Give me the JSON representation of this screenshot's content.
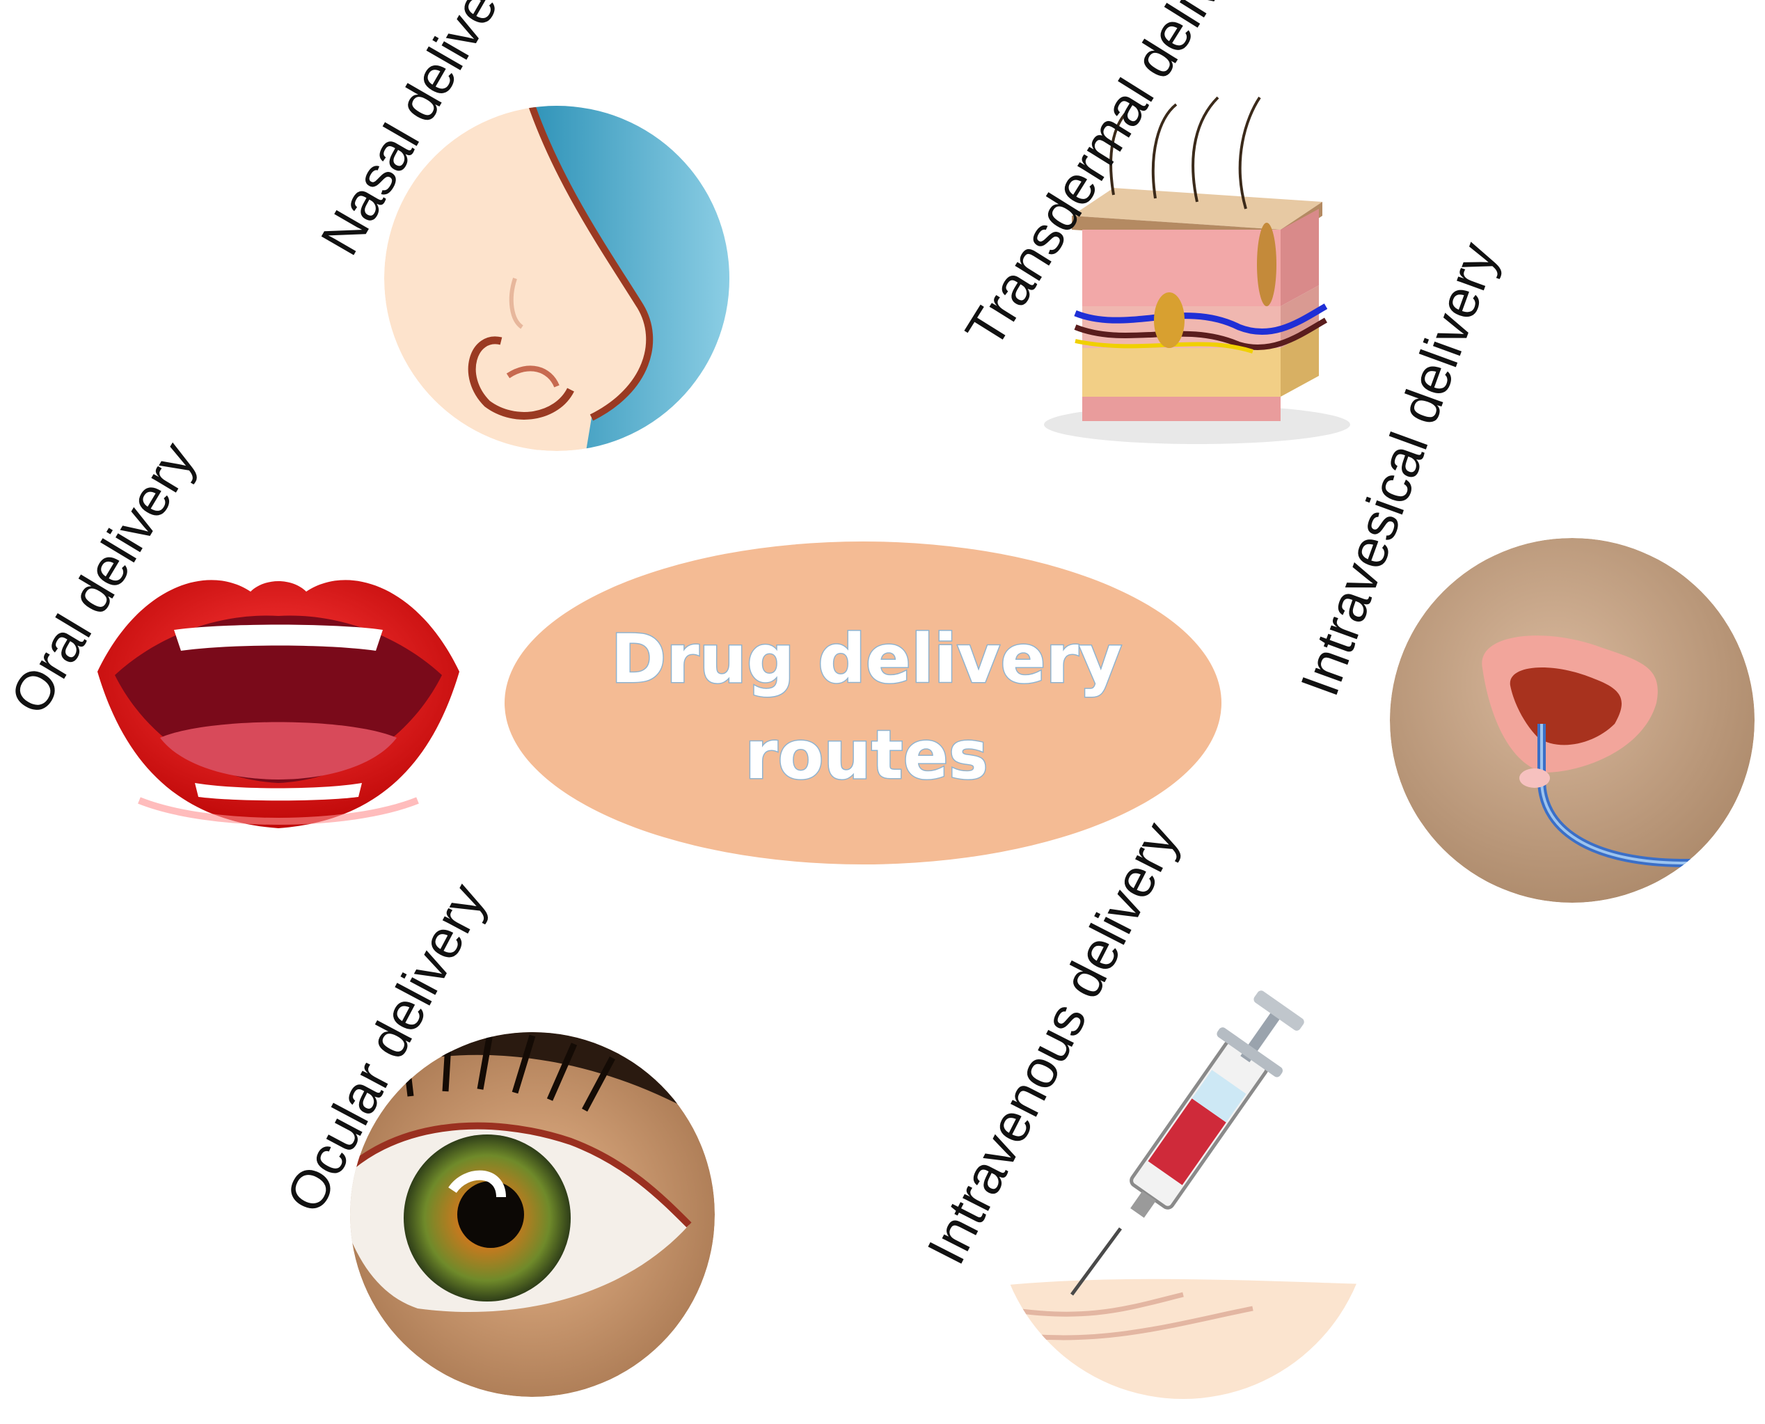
{
  "center": {
    "title_line1": "Drug delivery",
    "title_line2": "routes",
    "fill_color": "#f4bb94",
    "text_color": "#ffffff",
    "text_outline_color": "#8fb3cf"
  },
  "routes": [
    {
      "label": "Nasal delivery",
      "icon": "nose-icon"
    },
    {
      "label": "Transdermal delivery",
      "icon": "skin-layers-icon"
    },
    {
      "label": "Oral delivery",
      "icon": "mouth-icon"
    },
    {
      "label": "Intravesical delivery",
      "icon": "bladder-catheter-icon"
    },
    {
      "label": "Ocular delivery",
      "icon": "eye-icon"
    },
    {
      "label": "Intravenous delivery",
      "icon": "syringe-icon"
    }
  ]
}
